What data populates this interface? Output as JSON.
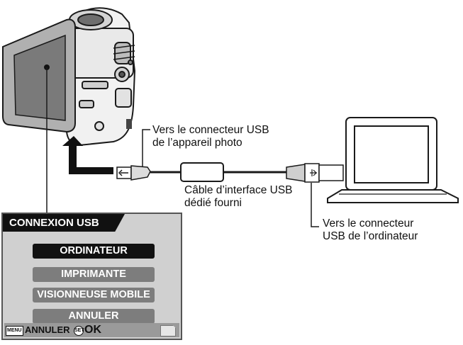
{
  "labels": {
    "camera_connector": [
      "Vers le connecteur USB",
      "de l’appareil photo"
    ],
    "cable": [
      "Câble d’interface USB",
      "dédié fourni"
    ],
    "computer_connector": [
      "Vers le connecteur",
      "USB de l’ordinateur"
    ]
  },
  "menu": {
    "title": "CONNEXION USB",
    "items": [
      "ORDINATEUR",
      "IMPRIMANTE",
      "VISIONNEUSE MOBILE",
      "ANNULER"
    ],
    "selected_index": 0,
    "footer": {
      "menu_key": "MENU",
      "cancel_label": "ANNULER",
      "set_key": "SET",
      "ok_label": "OK"
    }
  },
  "colors": {
    "selected_item": "#111111",
    "item": "#7d7d7d",
    "panel": "#d0d0d0"
  }
}
